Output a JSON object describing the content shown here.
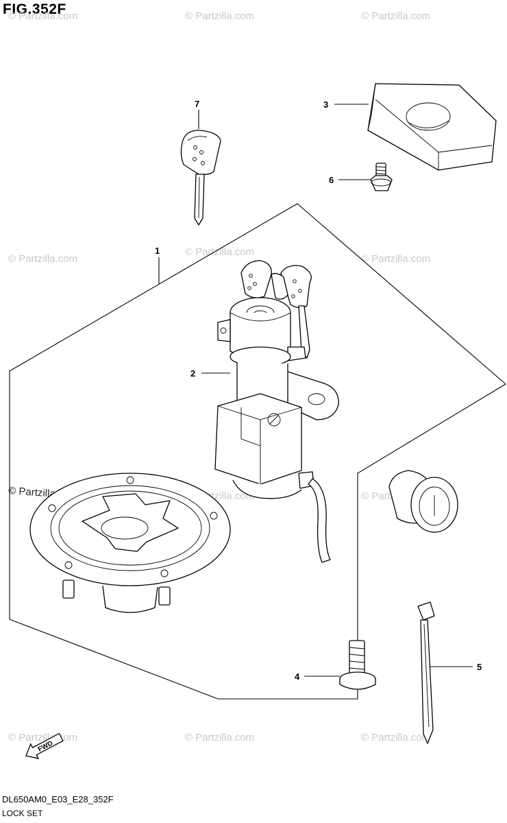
{
  "figure": {
    "title": "FIG.352F",
    "code": "DL650AM0_E03_E28_352F",
    "name": "LOCK SET"
  },
  "callouts": [
    "1",
    "2",
    "3",
    "4",
    "5",
    "6",
    "7"
  ],
  "fwd_label": "FWD",
  "watermarks": {
    "light": "© Partzilla.com",
    "dark": "© Partzilla.com"
  }
}
